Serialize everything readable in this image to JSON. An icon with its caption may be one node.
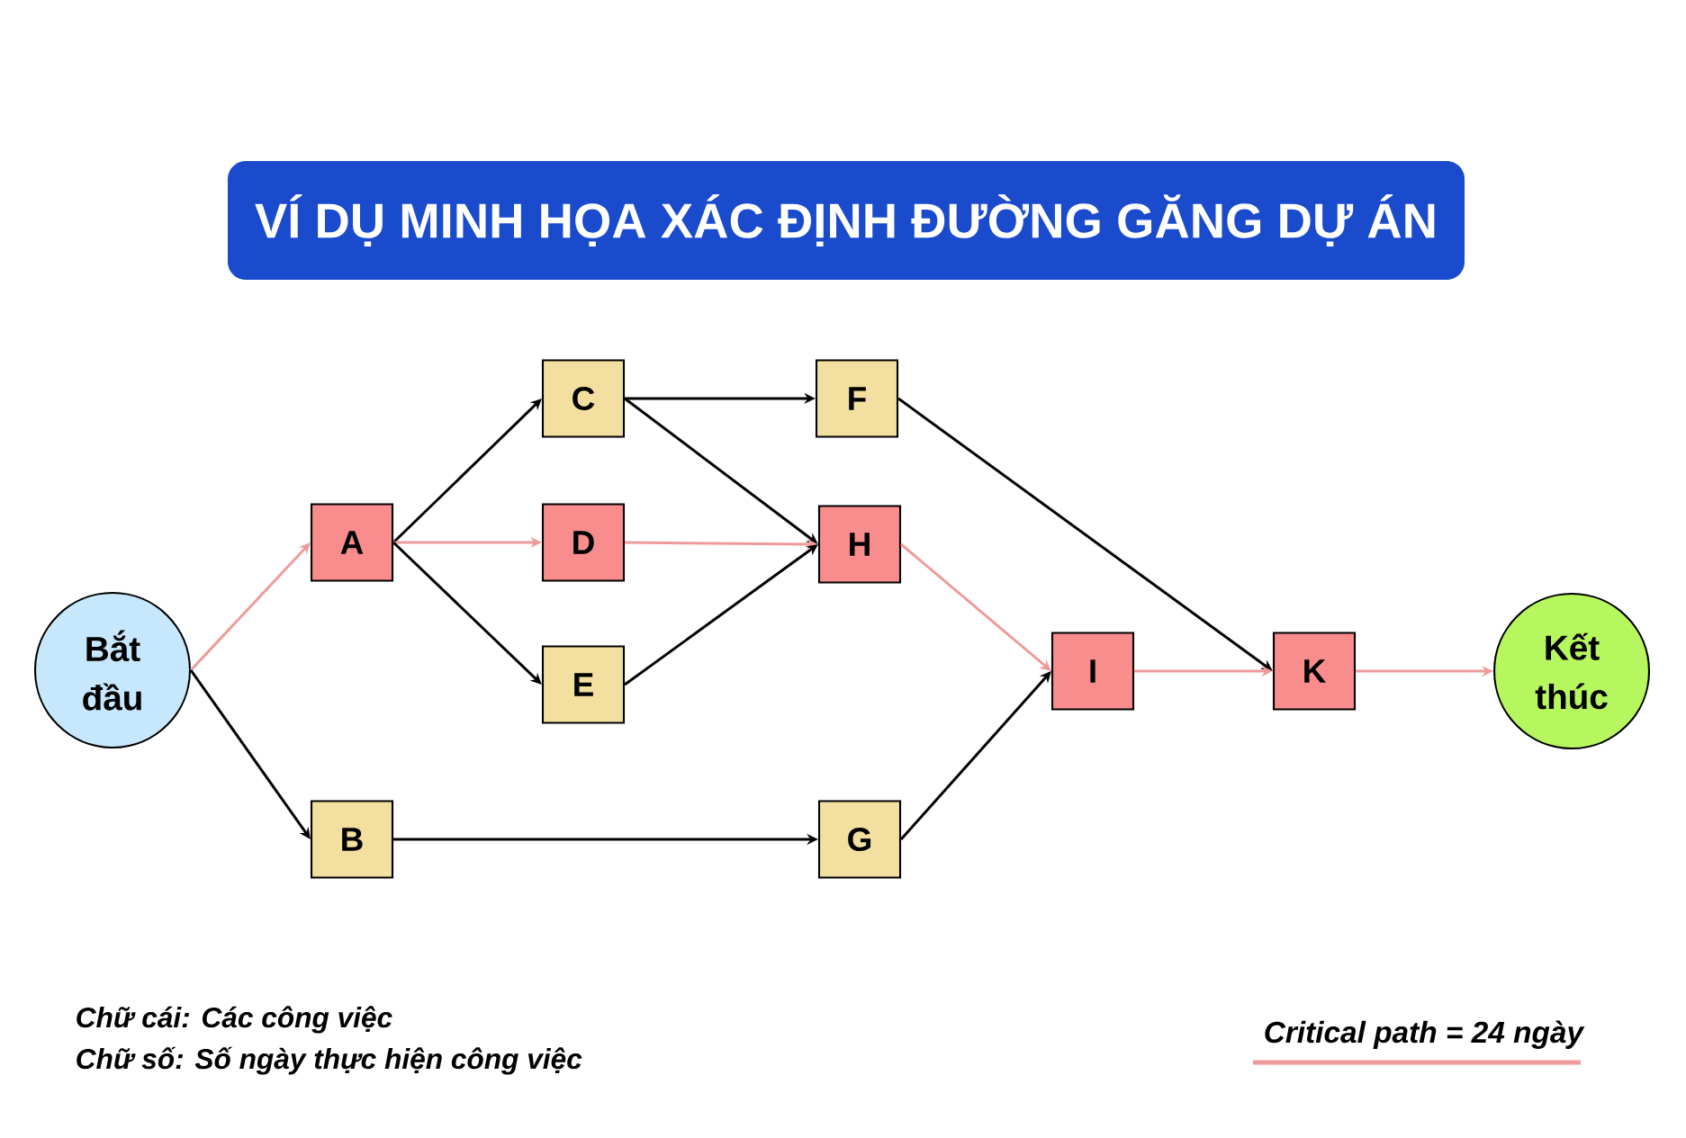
{
  "diagram": {
    "title": "VÍ DỤ MINH HỌA XÁC ĐỊNH ĐƯỜNG GĂNG DỰ ÁN",
    "nodes": [
      {
        "text": [
          "Bắt đầu"
        ]
      },
      {
        "text": [
          "A"
        ]
      },
      {
        "text": [
          "B"
        ]
      },
      {
        "text": [
          "C"
        ]
      },
      {
        "text": [
          "D"
        ]
      },
      {
        "text": [
          "E"
        ]
      },
      {
        "text": [
          "F"
        ]
      },
      {
        "text": [
          "H"
        ]
      },
      {
        "text": [
          "G"
        ]
      },
      {
        "text": [
          "I"
        ]
      },
      {
        "text": [
          "K"
        ]
      },
      {
        "text": [
          "Kết thúc"
        ]
      }
    ],
    "edges": [
      {
        "from": 0,
        "to": 1,
        "arrow": "to",
        "color": "#ef9a9a"
      },
      {
        "from": 0,
        "to": 2,
        "arrow": "to"
      },
      {
        "from": 1,
        "to": 3,
        "arrow": "to"
      },
      {
        "from": 1,
        "to": 4,
        "arrow": "to",
        "color": "#ef9a9a"
      },
      {
        "from": 1,
        "to": 5,
        "arrow": "to"
      },
      {
        "from": 3,
        "to": 6,
        "arrow": "to"
      },
      {
        "from": 3,
        "to": 7,
        "arrow": "to"
      },
      {
        "from": 4,
        "to": 7,
        "arrow": "to",
        "color": "#ef9a9a"
      },
      {
        "from": 5,
        "to": 7,
        "arrow": "to"
      },
      {
        "from": 6,
        "to": 10,
        "arrow": "to"
      },
      {
        "from": 7,
        "to": 9,
        "arrow": "to",
        "color": "#ef9a9a"
      },
      {
        "from": 2,
        "to": 8,
        "arrow": "to"
      },
      {
        "from": 8,
        "to": 9,
        "arrow": "to"
      },
      {
        "from": 9,
        "to": 10,
        "arrow": "to",
        "color": "#ef9a9a"
      },
      {
        "from": 10,
        "to": 11,
        "arrow": "to",
        "color": "#ef9a9a"
      }
    ],
    "labels": [
      "Chữ cái: Các công việc",
      "Chữ số: Số ngày thực hiện công việc"
    ],
    "legend": [
      {
        "text": "Critical path = 24 ngày"
      }
    ]
  }
}
